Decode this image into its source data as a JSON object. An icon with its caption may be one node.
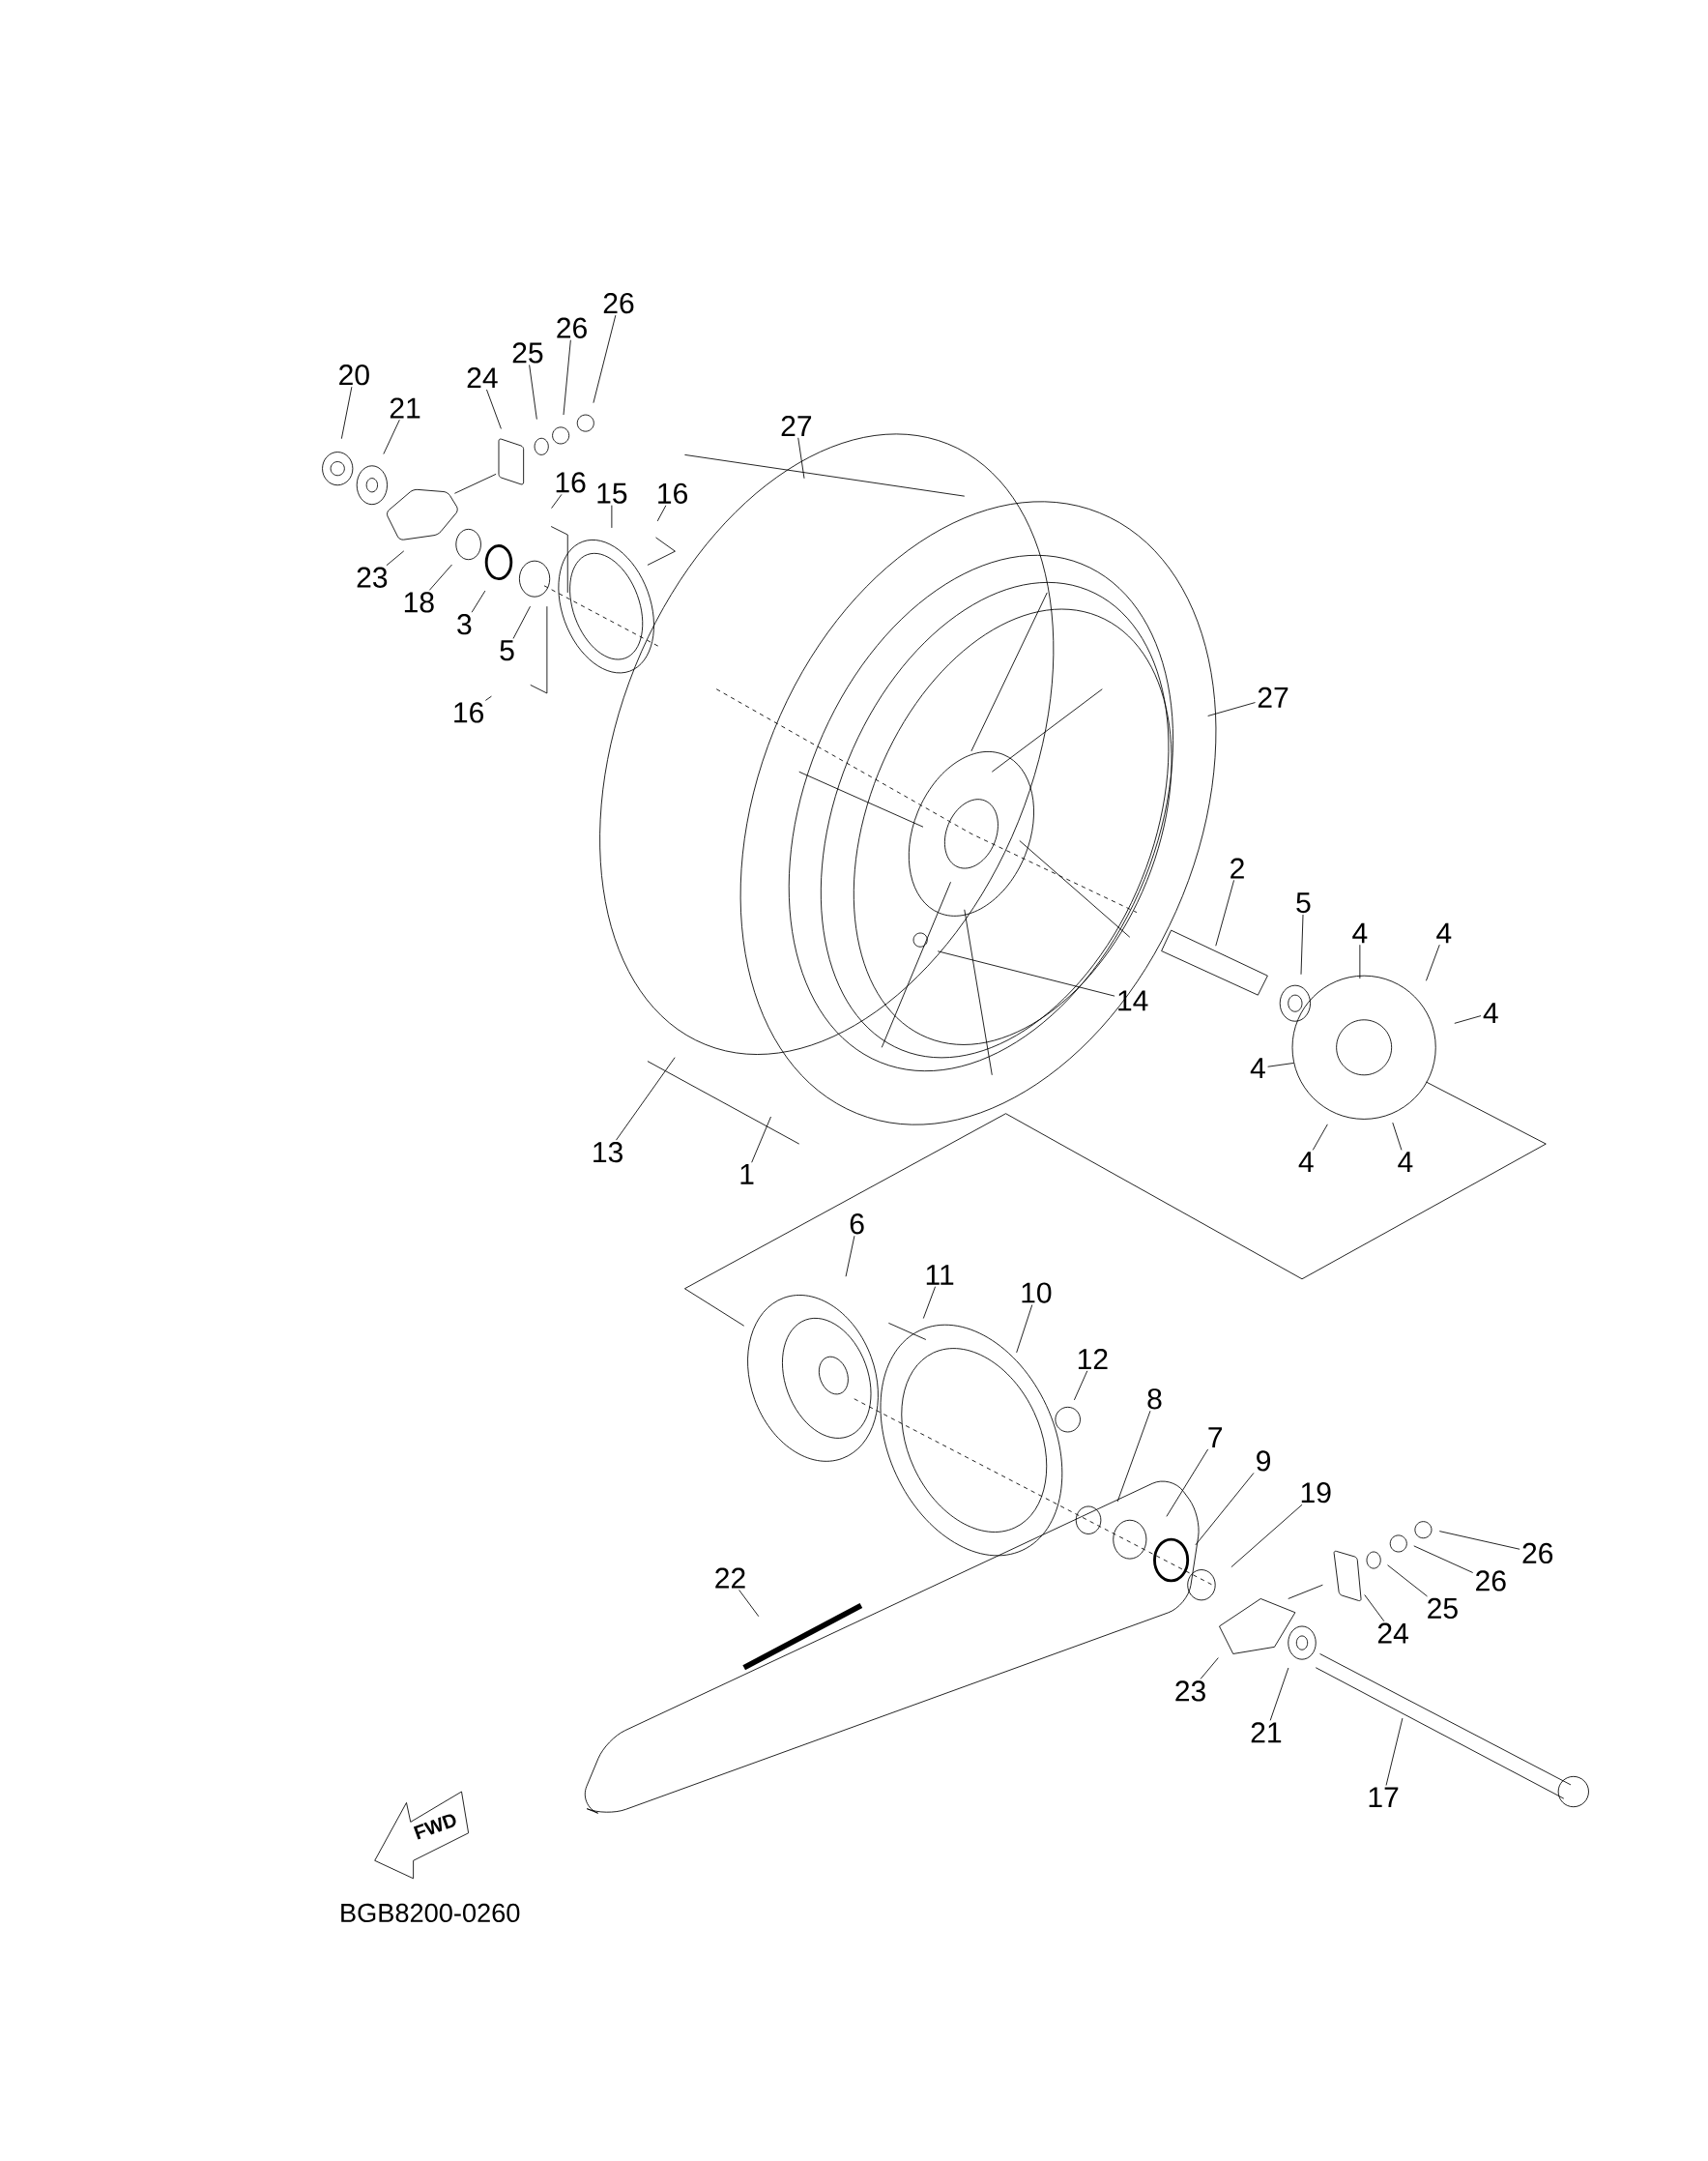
{
  "diagram": {
    "nodes": [
      {
        "text": [
          "20"
        ]
      },
      {
        "text": [
          "21"
        ]
      },
      {
        "text": [
          "24"
        ]
      },
      {
        "text": [
          "25"
        ]
      },
      {
        "text": [
          "26"
        ]
      },
      {
        "text": [
          "26"
        ]
      },
      {
        "text": [
          "16"
        ]
      },
      {
        "text": [
          "15"
        ]
      },
      {
        "text": [
          "16"
        ]
      },
      {
        "text": [
          "23"
        ]
      },
      {
        "text": [
          "18"
        ]
      },
      {
        "text": [
          "3"
        ]
      },
      {
        "text": [
          "5"
        ]
      },
      {
        "text": [
          "16"
        ]
      },
      {
        "text": [
          "27"
        ]
      },
      {
        "text": [
          "27"
        ]
      },
      {
        "text": [
          "2"
        ]
      },
      {
        "text": [
          "5"
        ]
      },
      {
        "text": [
          "4"
        ]
      },
      {
        "text": [
          "4"
        ]
      },
      {
        "text": [
          "4"
        ]
      },
      {
        "text": [
          "4"
        ]
      },
      {
        "text": [
          "4"
        ]
      },
      {
        "text": [
          "4"
        ]
      },
      {
        "text": [
          "14"
        ]
      },
      {
        "text": [
          "13"
        ]
      },
      {
        "text": [
          "1"
        ]
      },
      {
        "text": [
          "6"
        ]
      },
      {
        "text": [
          "11"
        ]
      },
      {
        "text": [
          "10"
        ]
      },
      {
        "text": [
          "12"
        ]
      },
      {
        "text": [
          "8"
        ]
      },
      {
        "text": [
          "7"
        ]
      },
      {
        "text": [
          "9"
        ]
      },
      {
        "text": [
          "19"
        ]
      },
      {
        "text": [
          "26"
        ]
      },
      {
        "text": [
          "26"
        ]
      },
      {
        "text": [
          "25"
        ]
      },
      {
        "text": [
          "24"
        ]
      },
      {
        "text": [
          "23"
        ]
      },
      {
        "text": [
          "21"
        ]
      },
      {
        "text": [
          "17"
        ]
      },
      {
        "text": [
          "22"
        ]
      }
    ],
    "edges": [
      {
        "from": 0,
        "to": null,
        "arrow": "none"
      },
      {
        "from": 1,
        "to": null,
        "arrow": "none"
      },
      {
        "from": 2,
        "to": null,
        "arrow": "none"
      },
      {
        "from": 3,
        "to": null,
        "arrow": "none"
      },
      {
        "from": 4,
        "to": null,
        "arrow": "none"
      },
      {
        "from": 5,
        "to": null,
        "arrow": "none"
      },
      {
        "from": 6,
        "to": null,
        "arrow": "none"
      },
      {
        "from": 7,
        "to": null,
        "arrow": "none"
      },
      {
        "from": 8,
        "to": null,
        "arrow": "none"
      },
      {
        "from": 9,
        "to": null,
        "arrow": "none"
      },
      {
        "from": 10,
        "to": null,
        "arrow": "none"
      },
      {
        "from": 11,
        "to": null,
        "arrow": "none"
      },
      {
        "from": 12,
        "to": null,
        "arrow": "none"
      },
      {
        "from": 13,
        "to": null,
        "arrow": "none"
      },
      {
        "from": 14,
        "to": null,
        "arrow": "none"
      },
      {
        "from": 15,
        "to": null,
        "arrow": "none"
      },
      {
        "from": 16,
        "to": null,
        "arrow": "none"
      },
      {
        "from": 17,
        "to": null,
        "arrow": "none"
      },
      {
        "from": 18,
        "to": null,
        "arrow": "none"
      },
      {
        "from": 19,
        "to": null,
        "arrow": "none"
      },
      {
        "from": 20,
        "to": null,
        "arrow": "none"
      },
      {
        "from": 21,
        "to": null,
        "arrow": "none"
      },
      {
        "from": 22,
        "to": null,
        "arrow": "none"
      },
      {
        "from": 23,
        "to": null,
        "arrow": "none"
      },
      {
        "from": 24,
        "to": null,
        "arrow": "none"
      },
      {
        "from": 25,
        "to": null,
        "arrow": "none"
      },
      {
        "from": 26,
        "to": null,
        "arrow": "none"
      },
      {
        "from": 27,
        "to": null,
        "arrow": "none"
      },
      {
        "from": 28,
        "to": null,
        "arrow": "none"
      },
      {
        "from": 29,
        "to": null,
        "arrow": "none"
      },
      {
        "from": 30,
        "to": null,
        "arrow": "none"
      },
      {
        "from": 31,
        "to": null,
        "arrow": "none"
      },
      {
        "from": 32,
        "to": null,
        "arrow": "none"
      },
      {
        "from": 33,
        "to": null,
        "arrow": "none"
      },
      {
        "from": 34,
        "to": null,
        "arrow": "none"
      },
      {
        "from": 35,
        "to": null,
        "arrow": "none"
      },
      {
        "from": 36,
        "to": null,
        "arrow": "none"
      },
      {
        "from": 37,
        "to": null,
        "arrow": "none"
      },
      {
        "from": 38,
        "to": null,
        "arrow": "none"
      },
      {
        "from": 39,
        "to": null,
        "arrow": "none"
      },
      {
        "from": 40,
        "to": null,
        "arrow": "none"
      },
      {
        "from": 41,
        "to": null,
        "arrow": "none"
      },
      {
        "from": 42,
        "to": null,
        "arrow": "none"
      }
    ],
    "labels": [
      "FWD",
      "BGB8200-0260"
    ]
  }
}
